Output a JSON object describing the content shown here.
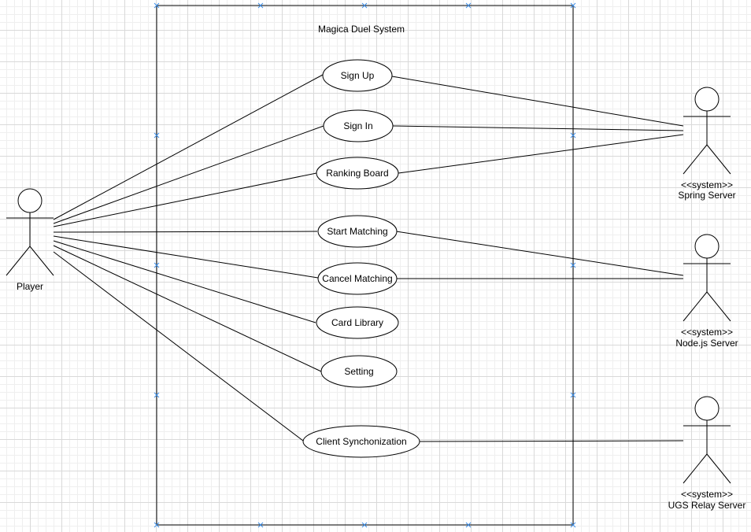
{
  "system": {
    "title": "Magica Duel System"
  },
  "use_cases": [
    {
      "id": "sign-up",
      "label": "Sign Up"
    },
    {
      "id": "sign-in",
      "label": "Sign In"
    },
    {
      "id": "ranking-board",
      "label": "Ranking Board"
    },
    {
      "id": "start-matching",
      "label": "Start Matching"
    },
    {
      "id": "cancel-matching",
      "label": "Cancel Matching"
    },
    {
      "id": "card-library",
      "label": "Card Library"
    },
    {
      "id": "setting",
      "label": "Setting"
    },
    {
      "id": "client-synchronization",
      "label": "Client Synchonization"
    }
  ],
  "actors": {
    "player": {
      "name": "Player"
    },
    "spring": {
      "stereotype": "<<system>>",
      "name": "Spring Server"
    },
    "nodejs": {
      "stereotype": "<<system>>",
      "name": "Node.js Server"
    },
    "ugs": {
      "stereotype": "<<system>>",
      "name": "UGS Relay Server"
    }
  },
  "associations": [
    {
      "from": "player",
      "to": "sign-up"
    },
    {
      "from": "player",
      "to": "sign-in"
    },
    {
      "from": "player",
      "to": "ranking-board"
    },
    {
      "from": "player",
      "to": "start-matching"
    },
    {
      "from": "player",
      "to": "cancel-matching"
    },
    {
      "from": "player",
      "to": "card-library"
    },
    {
      "from": "player",
      "to": "setting"
    },
    {
      "from": "player",
      "to": "client-synchronization"
    },
    {
      "from": "spring",
      "to": "sign-up"
    },
    {
      "from": "spring",
      "to": "sign-in"
    },
    {
      "from": "spring",
      "to": "ranking-board"
    },
    {
      "from": "nodejs",
      "to": "start-matching"
    },
    {
      "from": "nodejs",
      "to": "cancel-matching"
    },
    {
      "from": "ugs",
      "to": "client-synchronization"
    }
  ],
  "colors": {
    "stroke": "#000000",
    "selection_handle": "#3d8ee8",
    "grid": "#d9d9d9"
  }
}
